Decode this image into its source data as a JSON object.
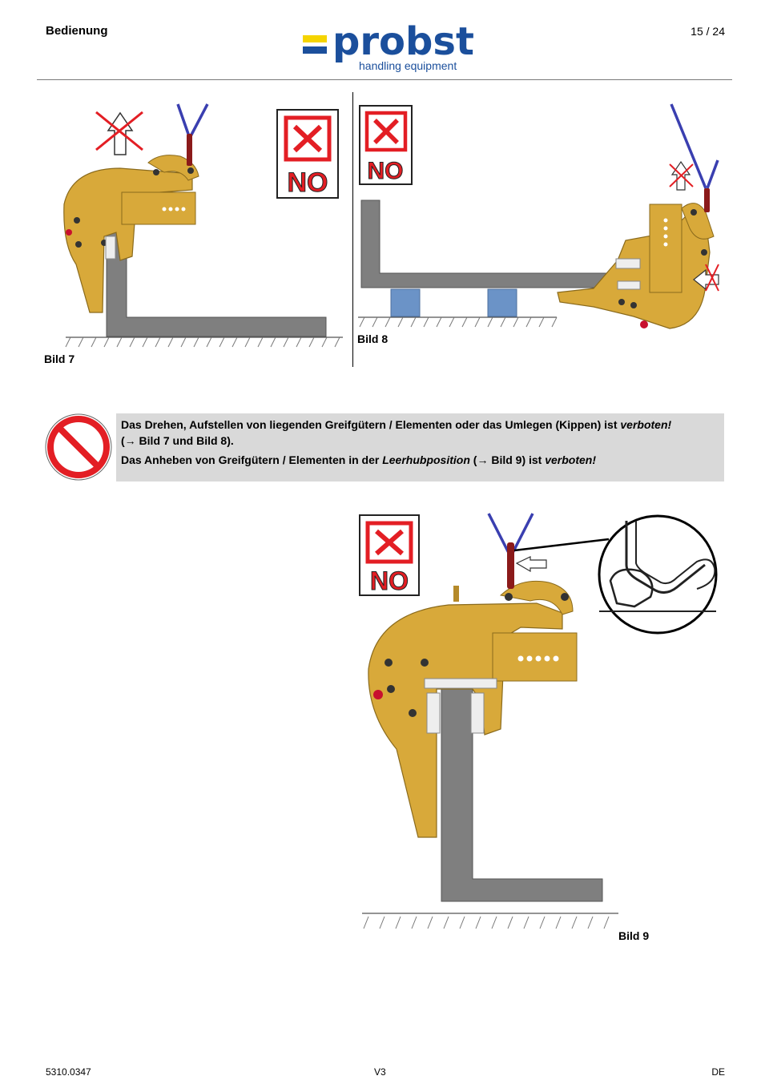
{
  "header": {
    "section": "Bedienung",
    "page": "15 / 24",
    "logo": {
      "brand": "probst",
      "tagline": "handling equipment",
      "brand_color": "#1b4f9c",
      "accent_color": "#f5d400"
    }
  },
  "figures": [
    {
      "caption": "Bild 7",
      "sign_text": "NO"
    },
    {
      "caption": "Bild 8",
      "sign_text": "NO"
    },
    {
      "caption": "Bild 9",
      "sign_text": "NO"
    }
  ],
  "warning": {
    "icon": "prohibition-icon",
    "line1_a": "Das Drehen, Aufstellen von liegenden Greifgütern / Elementen oder das Umlegen (Kippen) ist ",
    "line1_em": "verboten!",
    "line2": "(→ Bild 7 und Bild 8).",
    "line3_a": "Das Anheben von Greifgütern / Elementen in der ",
    "line3_em1": "Leerhubposition",
    "line3_b": " (→ Bild 9) ist ",
    "line3_em2": "verboten!"
  },
  "footer": {
    "doc_number": "5310.0347",
    "version": "V3",
    "language": "DE"
  },
  "colors": {
    "clamp": "#d8a93a",
    "clamp_dark": "#8a6a1c",
    "slab": "#7f7f7f",
    "sling": "#3a3fb0",
    "shackle": "#8b1a1a",
    "stop_red": "#e31e24",
    "support_blue": "#6b93c7",
    "box_grey": "#d9d9d9"
  }
}
